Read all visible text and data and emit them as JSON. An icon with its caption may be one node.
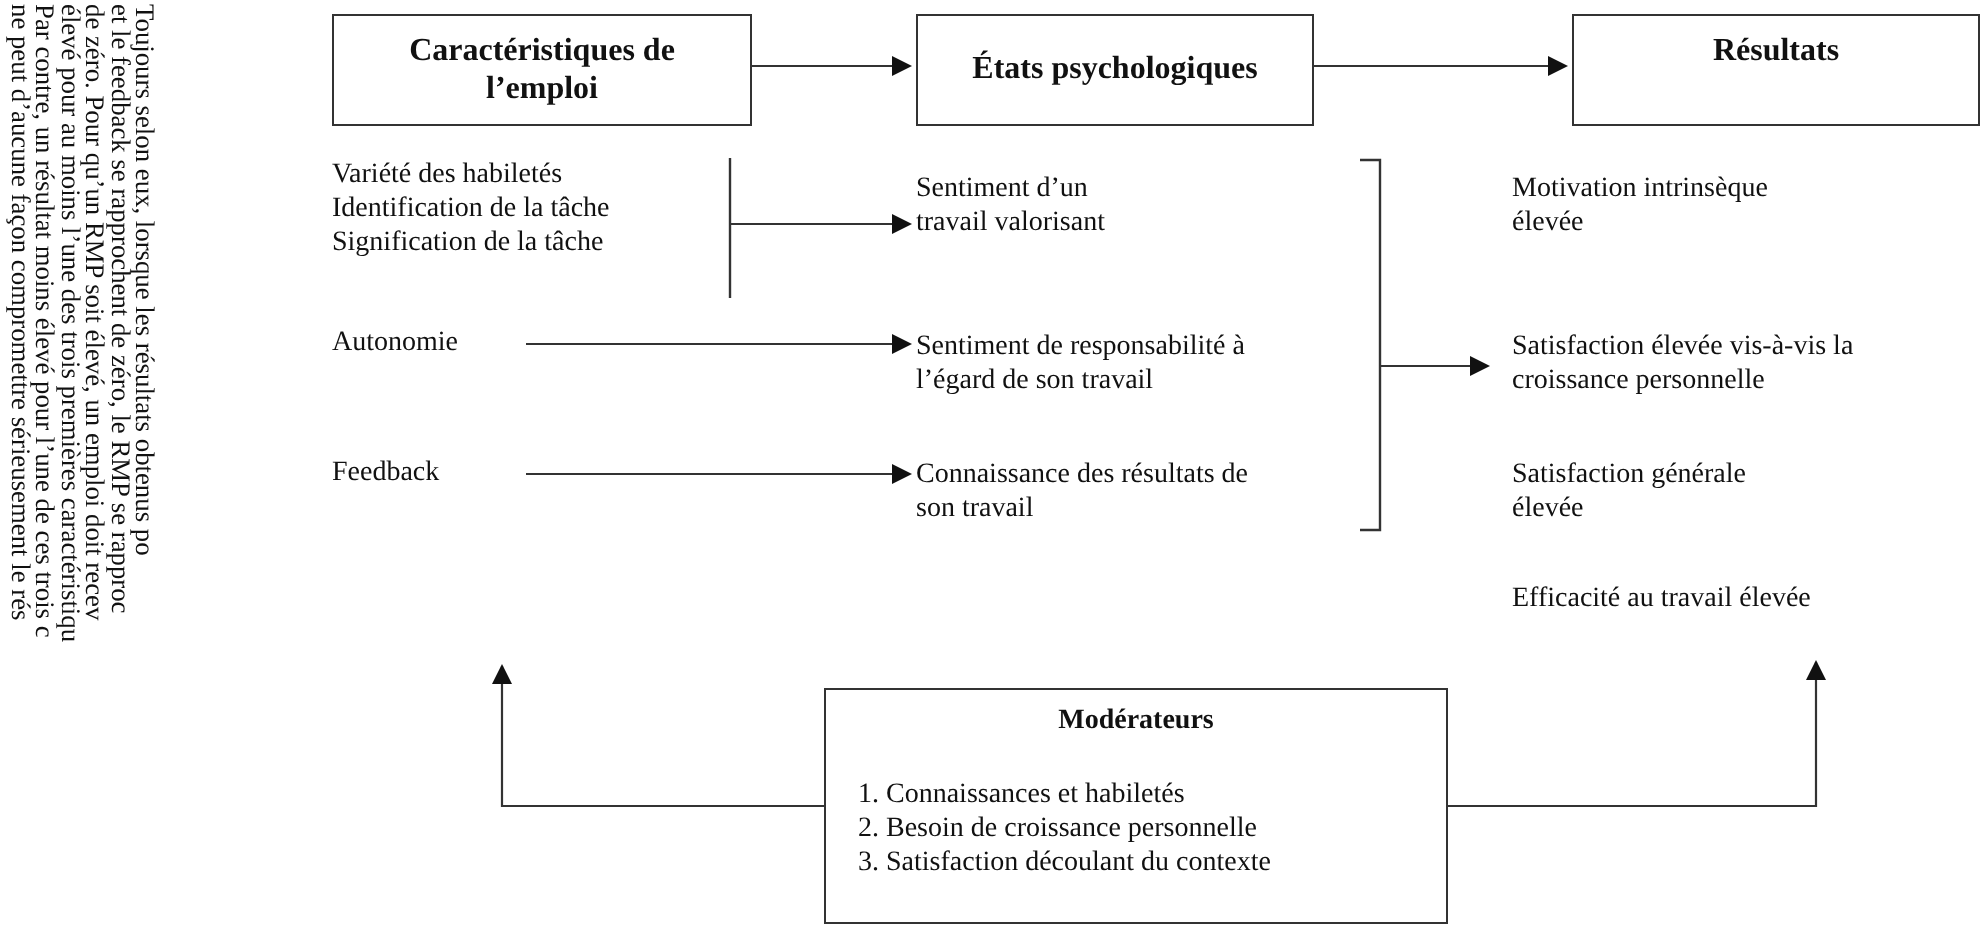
{
  "diagram": {
    "nodes": [
      {
        "text": [
          "Caractéristiques de l’emploi"
        ]
      },
      {
        "text": [
          "États psychologiques"
        ]
      },
      {
        "text": [
          "Résultats"
        ]
      },
      {
        "text": [
          "Variété des habiletés",
          "Identification de la tâche",
          "Signification de la tâche"
        ]
      },
      {
        "text": [
          "Autonomie"
        ]
      },
      {
        "text": [
          "Feedback"
        ]
      },
      {
        "text": [
          "Sentiment d’un travail valorisant"
        ]
      },
      {
        "text": [
          "Sentiment de responsabilité à l’égard de son travail"
        ]
      },
      {
        "text": [
          "Connaissance des résultats de son travail"
        ]
      },
      {
        "text": [
          "Motivation intrinsèque élevée"
        ]
      },
      {
        "text": [
          "Satisfaction élevée vis-à-vis la croissance personnelle"
        ]
      },
      {
        "text": [
          "Satisfaction générale élevée"
        ]
      },
      {
        "text": [
          "Efficacité au travail élevée"
        ]
      },
      {
        "text": [
          "Modérateurs",
          "1. Connaissances et habiletés",
          "2. Besoin de croissance personnelle",
          "3. Satisfaction découlant du contexte"
        ]
      }
    ],
    "edges": [
      {
        "from": 0,
        "to": 1,
        "arrow": "to"
      },
      {
        "from": 1,
        "to": 2,
        "arrow": "to"
      },
      {
        "from": 3,
        "to": 6,
        "arrow": "to"
      },
      {
        "from": 4,
        "to": 7,
        "arrow": "to"
      },
      {
        "from": 5,
        "to": 8,
        "arrow": "to"
      },
      {
        "from": 7,
        "to": 10,
        "arrow": "to"
      },
      {
        "from": 13,
        "to": null,
        "arrow": "to"
      },
      {
        "from": 13,
        "to": 12,
        "arrow": "to"
      }
    ],
    "labels": [
      "Toujours selon eux, lorsque les résultats obtenus po",
      "et le feedback se rapprochent de zéro, le RMP se rapproc",
      "de zéro. Pour qu’un RMP soit élevé, un emploi doit recev",
      "élevé pour au moins l’une des trois premières caractéristiqu",
      "Par contre, un résultat moins élevé pour l’une de ces trois c",
      "ne peut d’aucune façon compromettre sérieusement le rés"
    ]
  }
}
